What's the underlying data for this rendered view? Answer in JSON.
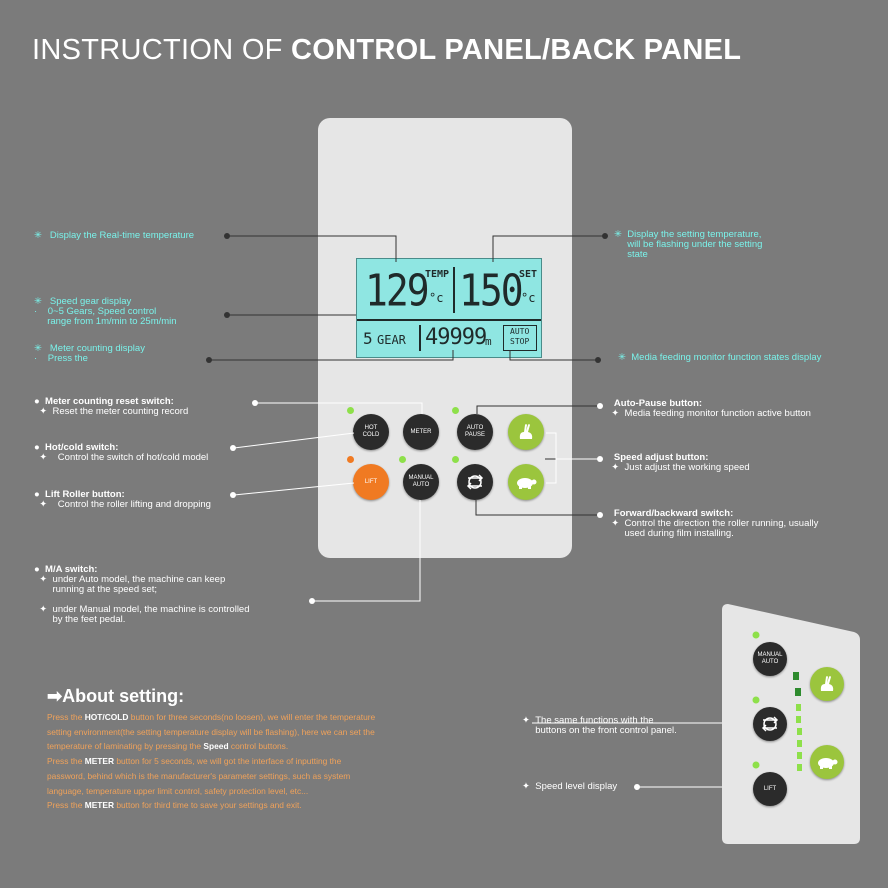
{
  "title": {
    "light": "INSTRUCTION OF ",
    "bold": "CONTROL PANEL/BACK PANEL"
  },
  "lcd": {
    "temp_value": "129",
    "temp_label": "TEMP",
    "temp_unit": "°c",
    "set_value": "150",
    "set_label": "SET",
    "set_unit": "°c",
    "gear_value": "5",
    "gear_label": "GEAR",
    "meter_value": "49999",
    "meter_unit": "m",
    "auto_stop_1": "AUTO",
    "auto_stop_2": "STOP"
  },
  "buttons": {
    "hot_cold_1": "HOT",
    "hot_cold_2": "COLD",
    "meter": "METER",
    "auto_pause_1": "AUTO",
    "auto_pause_2": "PAUSE",
    "lift": "LIFT",
    "manual_auto_1": "MANUAL",
    "manual_auto_2": "AUTO"
  },
  "labels": {
    "realtime_temp": "Display the Real-time temperature",
    "setting_temp_1": "Display the setting temperature,",
    "setting_temp_2": "will be flashing under the setting",
    "setting_temp_3": "state",
    "speed_gear_1": "Speed gear display",
    "speed_gear_2": "0~5 Gears, Speed control",
    "speed_gear_3": "range from 1m/min to 25m/min",
    "meter_display_1": "Meter counting display",
    "meter_display_2": "Press the",
    "media_monitor": "Media feeding monitor function states display",
    "meter_reset_title": "Meter counting reset switch:",
    "meter_reset_desc": "Reset the meter counting record",
    "hot_cold_title": "Hot/cold switch:",
    "hot_cold_desc": "Control the switch of hot/cold model",
    "lift_title": "Lift Roller button:",
    "lift_desc": "Control the roller lifting and dropping",
    "ma_title": "M/A switch:",
    "ma_desc1_1": "under Auto model, the machine can keep",
    "ma_desc1_2": "running at the speed set;",
    "ma_desc2_1": "under Manual model, the machine is controlled",
    "ma_desc2_2": "by the feet pedal.",
    "auto_pause_title": "Auto-Pause button:",
    "auto_pause_desc": "Media feeding monitor function active button",
    "speed_adjust_title": "Speed adjust button:",
    "speed_adjust_desc": "Just adjust the working speed",
    "fwd_title": "Forward/backward switch:",
    "fwd_desc_1": "Control the direction the roller running, usually",
    "fwd_desc_2": "used during film installing.",
    "same_func_1": "The same functions with the",
    "same_func_2": "buttons on the front control panel.",
    "speed_level": "Speed level display"
  },
  "about": {
    "heading": "About setting:",
    "l1a": "Press the ",
    "l1b": "HOT/COLD",
    "l1c": " button for three seconds(no loosen), we will enter the temperature",
    "l2": "setting environment(the setting temperature display will be flashing), here we can set the",
    "l3a": "temperature of laminating by pressing the ",
    "l3b": "Speed",
    "l3c": " control buttons.",
    "l4a": "Press the ",
    "l4b": "METER",
    "l4c": " button for 5 seconds, we will got the interface of inputting the",
    "l5": "password, behind which is the manufacturer's parameter settings, such as system",
    "l6": "language, temperature upper limit control, safety protection level, etc...",
    "l7a": "Press the ",
    "l7b": "METER",
    "l7c": " button for third time to save your settings and exit."
  },
  "back": {
    "manual_auto_1": "MANUAL",
    "manual_auto_2": "AUTO",
    "lift": "LIFT"
  },
  "colors": {
    "background": "#7b7b7b",
    "lcd": "#8fe6e2",
    "accent_cyan": "#7af2ea",
    "orange": "#f07a22",
    "green": "#9bc53d"
  },
  "icons": [
    "rabbit-icon",
    "turtle-icon",
    "forward-backward-icon",
    "arrow-right-icon",
    "star-bullet-icon"
  ]
}
